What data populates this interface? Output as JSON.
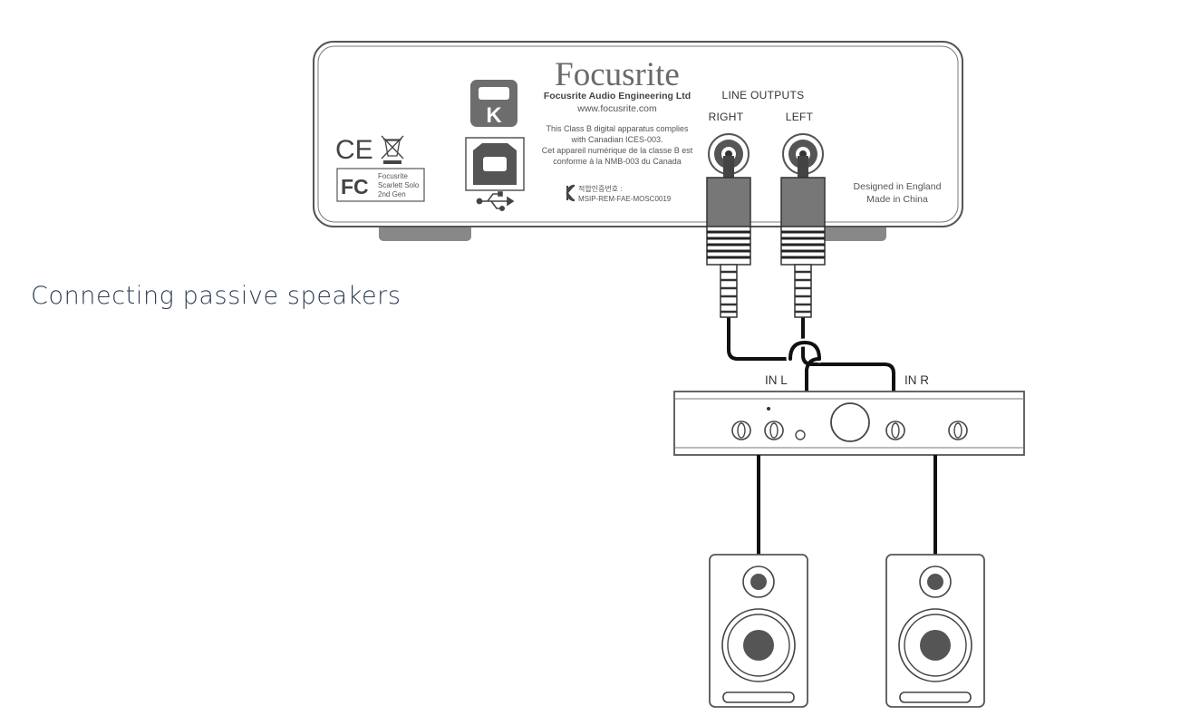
{
  "heading": "Connecting passive speakers",
  "interface": {
    "brand": "Focusrite",
    "company": "Focusrite Audio Engineering Ltd",
    "website": "www.focusrite.com",
    "compliance_text": [
      "This Class B digital apparatus complies",
      "with Canadian ICES-003.",
      "Cet appareil numérique de la classe B est",
      "conforme à la NMB-003 du Canada"
    ],
    "kc_korean": "적합인증번호 :",
    "kc_code": "MSIP-REM-FAE-MOSC0019",
    "fcc_mark": "FC",
    "ce_mark": "CE",
    "model_label": [
      "Focusrite",
      "Scarlett Solo",
      "2nd Gen"
    ],
    "line_outputs_label": "LINE OUTPUTS",
    "right_label": "RIGHT",
    "left_label": "LEFT",
    "origin": [
      "Designed in England",
      "Made in China"
    ]
  },
  "amplifier": {
    "input_left_label": "IN L",
    "input_right_label": "IN R"
  },
  "speakers": {
    "count": 2
  },
  "colors": {
    "heading": "#2c3e55",
    "line": "#555555",
    "cable": "#111111"
  }
}
